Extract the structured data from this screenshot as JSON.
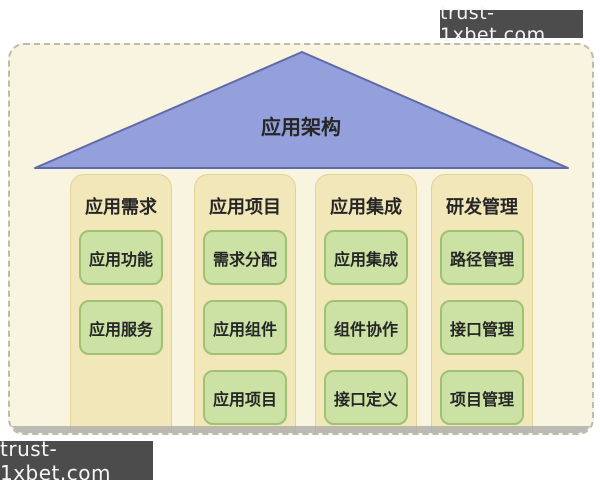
{
  "watermark": {
    "text": "trust-1xbet.com"
  },
  "roof": {
    "label": "应用架构"
  },
  "pillars": [
    {
      "title": "应用需求",
      "items": [
        "应用功能",
        "应用服务"
      ]
    },
    {
      "title": "应用项目",
      "items": [
        "需求分配",
        "应用组件",
        "应用项目"
      ]
    },
    {
      "title": "应用集成",
      "items": [
        "应用集成",
        "组件协作",
        "接口定义"
      ]
    },
    {
      "title": "研发管理",
      "items": [
        "路径管理",
        "接口管理",
        "项目管理"
      ]
    }
  ],
  "colors": {
    "page_bg": "#ffffff",
    "diagram_bg": "#f8f4df",
    "diagram_border": "#bdbab0",
    "roof_fill": "#93a0dc",
    "roof_stroke": "#5f6aa8",
    "pillar_bg": "#f2e7b9",
    "pillar_border": "#e2d298",
    "box_bg": "#cbe2a4",
    "box_border": "#a0c172",
    "text": "#262626",
    "watermark_bg": "#4c4c4c",
    "watermark_text": "#f5f5f5",
    "bottom_strip": "#b1afad"
  }
}
